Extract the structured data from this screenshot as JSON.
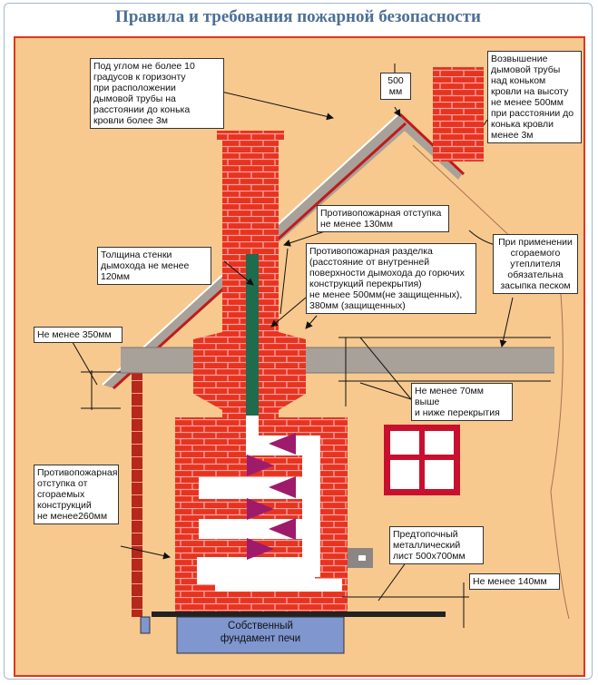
{
  "page_title": "Правила и требования пожарной безопасности",
  "labels": {
    "chimney_angle": [
      "Под углом не более 10",
      "градусов к горизонту",
      "при расположении",
      "дымовой трубы на",
      "расстоянии до конька",
      "кровли более 3м"
    ],
    "ridge_500": [
      "500",
      "мм"
    ],
    "chimney_rise": [
      "Возвышение",
      "дымовой трубы",
      "над коньком",
      "кровли на высоту",
      "не менее 500мм",
      "при расстоянии до",
      "конька кровли",
      "менее 3м"
    ],
    "setback_130": [
      "Противопожарная отступка",
      "не менее 130мм"
    ],
    "wall_thickness": [
      "Толщина стенки",
      "дымохода не менее 120мм"
    ],
    "firebreak": [
      "Противопожарная разделка",
      "(расстояние от внутренней",
      "поверхности дымохода до горючих",
      "конструкций перекрытия)",
      "не менее 500мм(не защищенных),",
      "380мм (защищенных)"
    ],
    "insulation": [
      "При применении",
      "сгораемого",
      "утеплителя",
      "обязательна",
      "засыпка песком"
    ],
    "min_350": "Не менее 350мм",
    "min_70": [
      "Не менее 70мм выше",
      "и ниже перекрытия"
    ],
    "setback_260": [
      "Противопожарная",
      "отступка от",
      "сгораемых",
      "конструкций",
      "не менее260мм"
    ],
    "pre_furnace_sheet": [
      "Предтопочный",
      "металлический",
      "лист 500х700мм"
    ],
    "min_140": "Не менее 140мм",
    "foundation": [
      "Собственный",
      "фундамент печи"
    ]
  },
  "colors": {
    "background": "#f7c98f",
    "brick": "#e8331f",
    "brick_line": "#f6a3a0",
    "flue": "#1f6b4e",
    "window": "#c8102e",
    "foundation": "#7f96cf",
    "title": "#4d6f95"
  }
}
